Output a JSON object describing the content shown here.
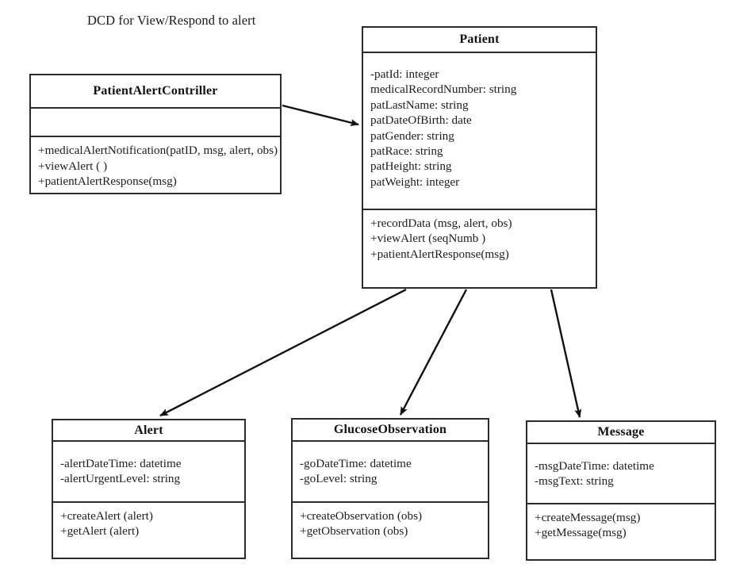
{
  "diagram": {
    "title": "DCD for View/Respond to alert",
    "type": "uml-class-diagram",
    "classes": [
      {
        "id": "patientalertcontroller",
        "name": "PatientAlertContriller",
        "attributes": [],
        "operations": [
          "+medicalAlertNotification(patID, msg, alert, obs)",
          "+viewAlert ( )",
          "+patientAlertResponse(msg)"
        ]
      },
      {
        "id": "patient",
        "name": "Patient",
        "attributes": [
          "-patId: integer",
          "medicalRecordNumber: string",
          "patLastName: string",
          "patDateOfBirth: date",
          "patGender: string",
          "patRace: string",
          "patHeight: string",
          "patWeight: integer"
        ],
        "operations": [
          "+recordData (msg, alert, obs)",
          "+viewAlert (seqNumb )",
          "+patientAlertResponse(msg)"
        ]
      },
      {
        "id": "alert",
        "name": "Alert",
        "attributes": [
          "-alertDateTime: datetime",
          "-alertUrgentLevel: string"
        ],
        "operations": [
          "+createAlert (alert)",
          "+getAlert (alert)"
        ]
      },
      {
        "id": "glucoseobservation",
        "name": "GlucoseObservation",
        "attributes": [
          "-goDateTime: datetime",
          "-goLevel: string"
        ],
        "operations": [
          "+createObservation (obs)",
          "+getObservation (obs)"
        ]
      },
      {
        "id": "message",
        "name": "Message",
        "attributes": [
          "-msgDateTime: datetime",
          "-msgText: string"
        ],
        "operations": [
          "+createMessage(msg)",
          "+getMessage(msg)"
        ]
      }
    ],
    "associations": [
      {
        "from": "patientalertcontroller",
        "to": "patient",
        "label": ""
      },
      {
        "from": "patient",
        "to": "alert",
        "label": ""
      },
      {
        "from": "patient",
        "to": "glucoseobservation",
        "label": ""
      },
      {
        "from": "patient",
        "to": "message",
        "label": ""
      }
    ],
    "colors": {
      "background": "#ffffff",
      "border": "#2b2b2b",
      "text": "#1d1d1d",
      "connector": "#111111"
    }
  }
}
